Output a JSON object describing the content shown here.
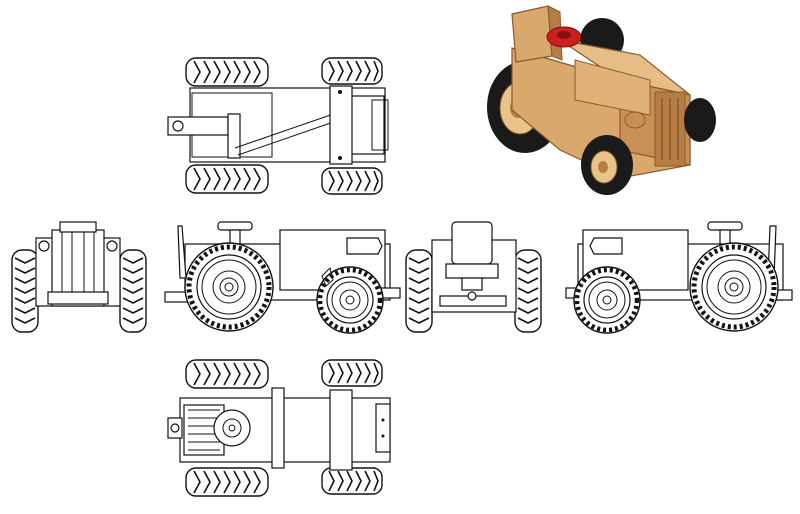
{
  "drawing": {
    "views": [
      {
        "id": "top",
        "name": "top-view"
      },
      {
        "id": "isometric",
        "name": "isometric-view"
      },
      {
        "id": "front",
        "name": "front-view"
      },
      {
        "id": "left",
        "name": "left-side-view"
      },
      {
        "id": "rear",
        "name": "rear-view"
      },
      {
        "id": "right",
        "name": "right-side-view"
      },
      {
        "id": "bottom",
        "name": "bottom-view"
      }
    ],
    "colors": {
      "line": "#111111",
      "wood": "#d9a86c",
      "wood_shadow": "#b57d43",
      "wood_dark": "#8a5a2b",
      "tire": "#1a1a1a",
      "hub": "#e8c48a",
      "steering_wheel": "#cc1f1f"
    }
  }
}
